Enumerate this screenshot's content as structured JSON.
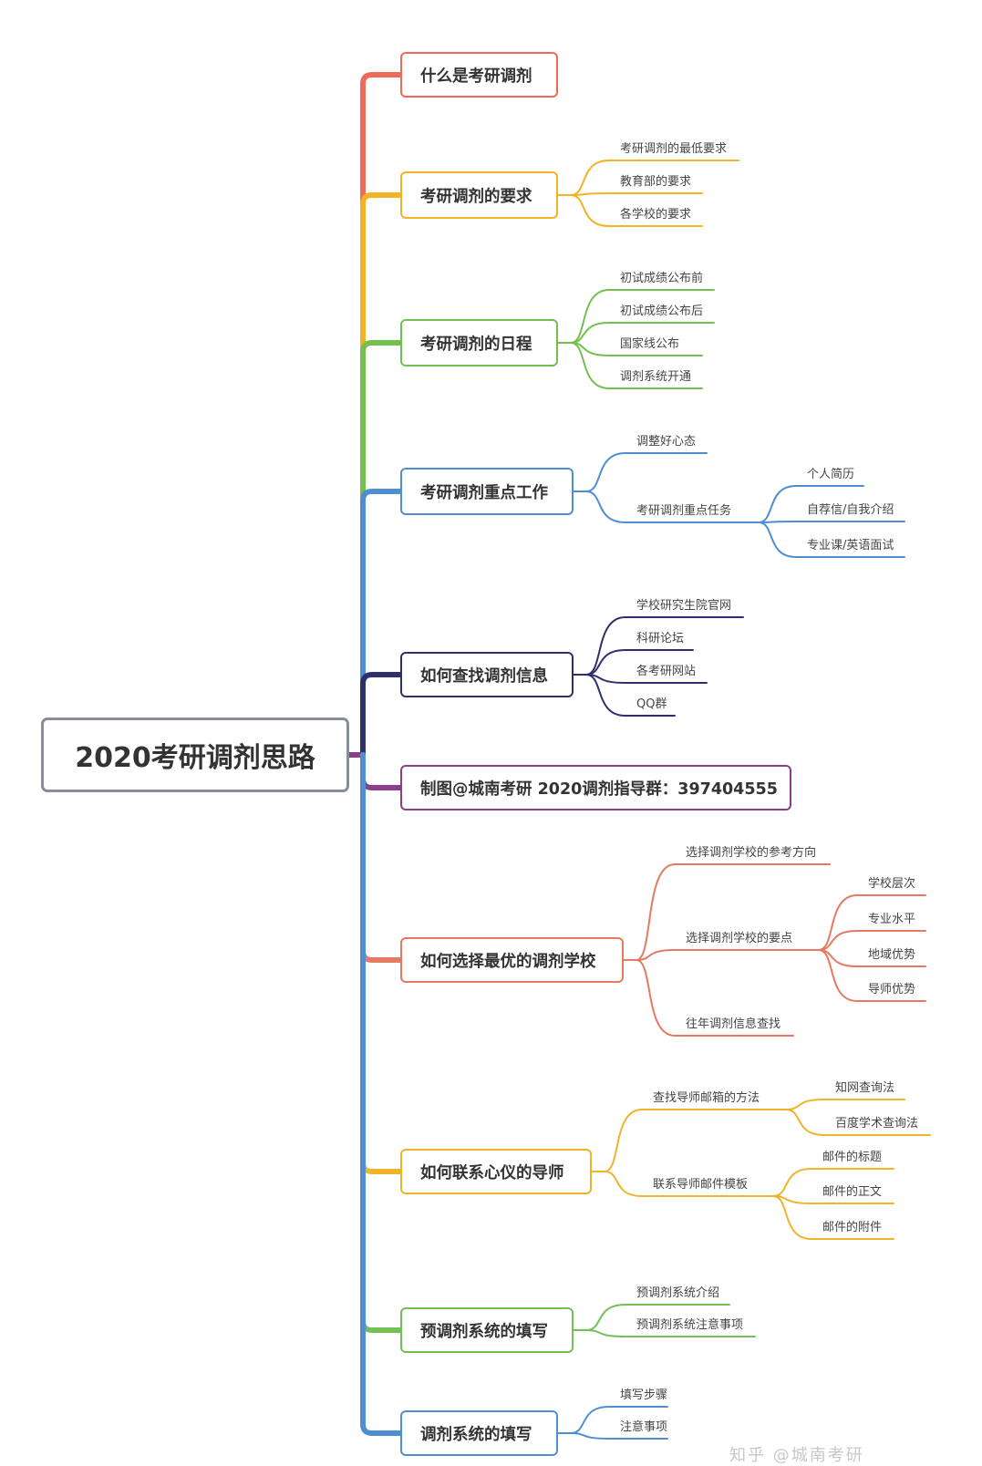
{
  "root": {
    "label": "2020考研调剂思路"
  },
  "topics": [
    {
      "key": "what",
      "label": "什么是考研调剂",
      "color": "#f06a58",
      "children": []
    },
    {
      "key": "req",
      "label": "考研调剂的要求",
      "color": "#f3b324",
      "children": [
        {
          "label": "考研调剂的最低要求"
        },
        {
          "label": "教育部的要求"
        },
        {
          "label": "各学校的要求"
        }
      ]
    },
    {
      "key": "schedule",
      "label": "考研调剂的日程",
      "color": "#74c04f",
      "children": [
        {
          "label": "初试成绩公布前"
        },
        {
          "label": "初试成绩公布后"
        },
        {
          "label": "国家线公布"
        },
        {
          "label": "调剂系统开通"
        }
      ]
    },
    {
      "key": "key-work",
      "label": "考研调剂重点工作",
      "color": "#4f8fcf",
      "children": [
        {
          "label": "调整好心态"
        },
        {
          "label": "考研调剂重点任务",
          "children": [
            {
              "label": "个人简历"
            },
            {
              "label": "自荐信/自我介绍"
            },
            {
              "label": "专业课/英语面试"
            }
          ]
        }
      ]
    },
    {
      "key": "find-info",
      "label": "如何查找调剂信息",
      "color": "#2f2f6e",
      "children": [
        {
          "label": "学校研究生院官网"
        },
        {
          "label": "科研论坛"
        },
        {
          "label": "各考研网站"
        },
        {
          "label": "QQ群"
        }
      ]
    },
    {
      "key": "credit",
      "label": "制图@城南考研 2020调剂指导群：397404555",
      "color": "#8a3e8a",
      "children": []
    },
    {
      "key": "choose-school",
      "label": "如何选择最优的调剂学校",
      "color": "#e57a62",
      "children": [
        {
          "label": "选择调剂学校的参考方向"
        },
        {
          "label": "选择调剂学校的要点",
          "children": [
            {
              "label": "学校层次"
            },
            {
              "label": "专业水平"
            },
            {
              "label": "地域优势"
            },
            {
              "label": "导师优势"
            }
          ]
        },
        {
          "label": "往年调剂信息查找"
        }
      ]
    },
    {
      "key": "contact-tutor",
      "label": "如何联系心仪的导师",
      "color": "#f0b42a",
      "children": [
        {
          "label": "查找导师邮箱的方法",
          "children": [
            {
              "label": "知网查询法"
            },
            {
              "label": "百度学术查询法"
            }
          ]
        },
        {
          "label": "联系导师邮件模板",
          "children": [
            {
              "label": "邮件的标题"
            },
            {
              "label": "邮件的正文"
            },
            {
              "label": "邮件的附件"
            }
          ]
        }
      ]
    },
    {
      "key": "pre-fill",
      "label": "预调剂系统的填写",
      "color": "#72c056",
      "children": [
        {
          "label": "预调剂系统介绍"
        },
        {
          "label": "预调剂系统注意事项"
        }
      ]
    },
    {
      "key": "fill",
      "label": "调剂系统的填写",
      "color": "#4f8fcf",
      "children": [
        {
          "label": "填写步骤"
        },
        {
          "label": "注意事项"
        }
      ]
    }
  ],
  "watermark": "知乎 @城南考研"
}
